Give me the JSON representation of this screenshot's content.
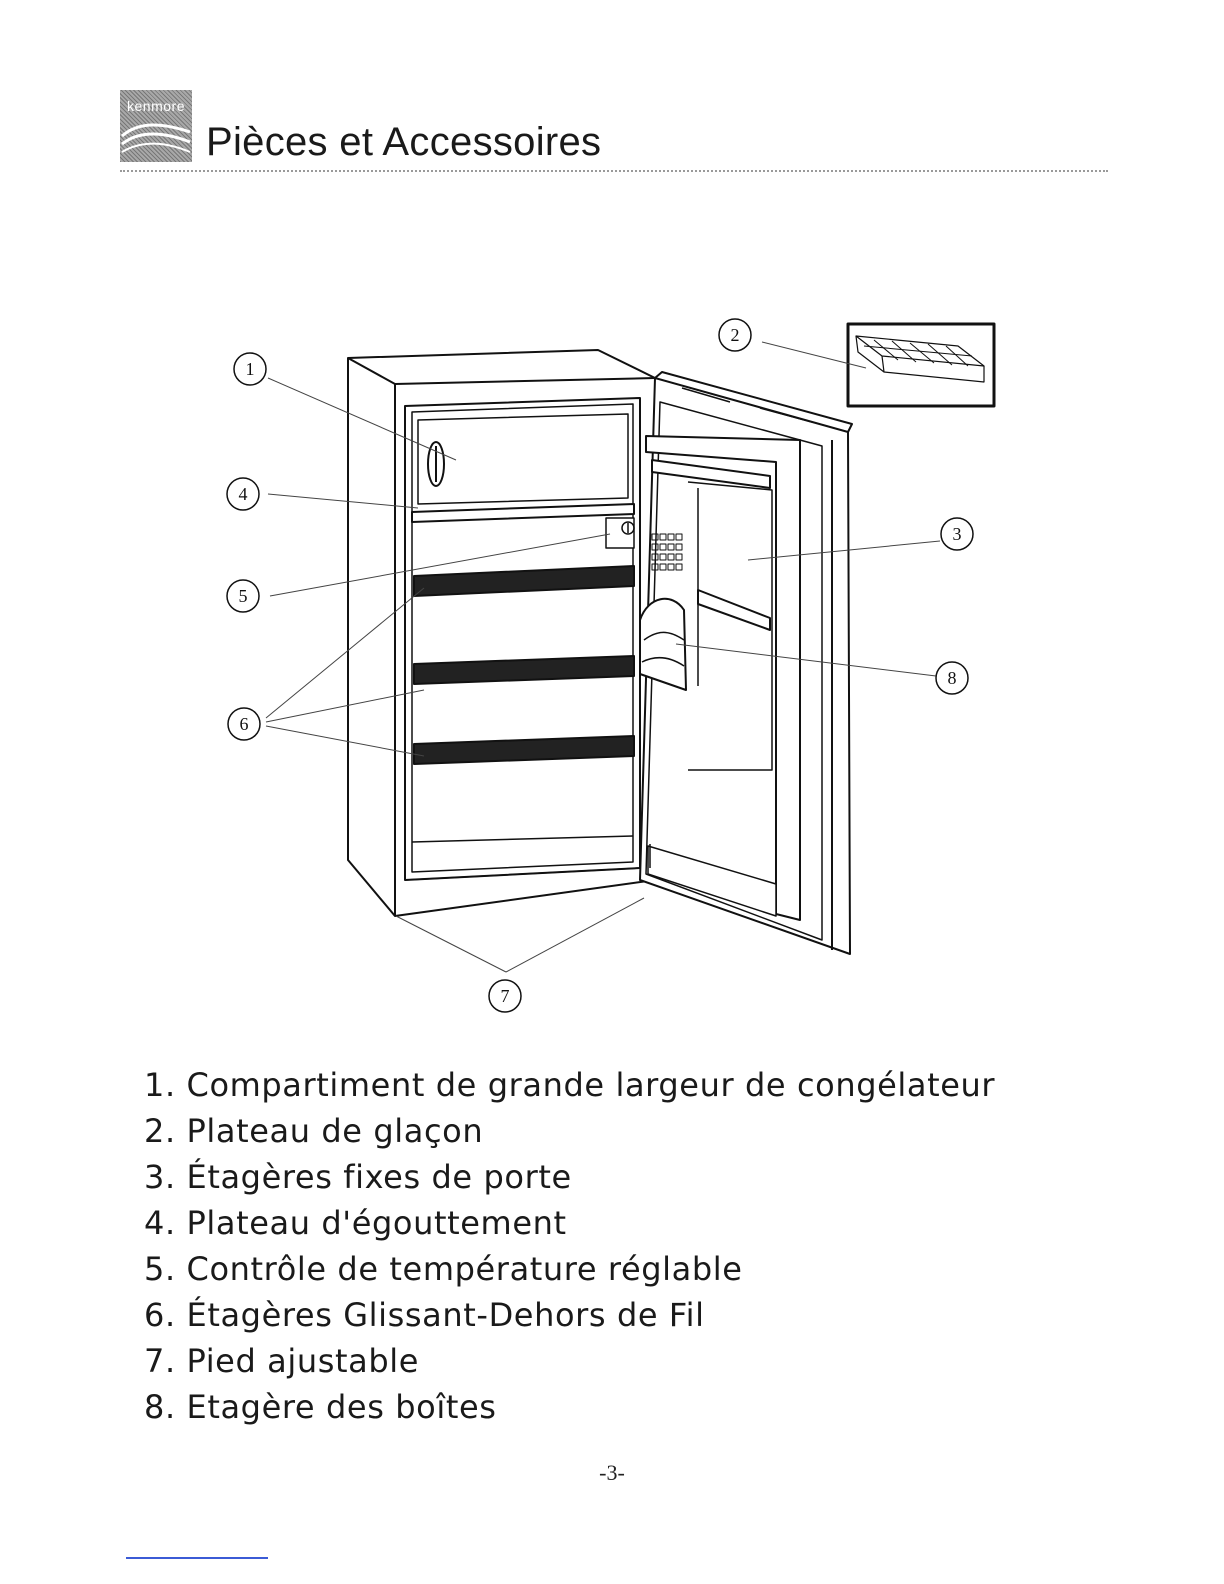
{
  "header": {
    "logo_text": "kenmore",
    "title": "Pièces et Accessoires"
  },
  "diagram": {
    "callouts": [
      "1",
      "2",
      "3",
      "4",
      "5",
      "6",
      "7",
      "8"
    ]
  },
  "parts": [
    "1. Compartiment de grande largeur de congélateur",
    "2. Plateau de glaçon",
    "3. Étagères fixes de porte",
    "4. Plateau d'égouttement",
    "5. Contrôle de température réglable",
    "6. Étagères Glissant-Dehors de Fil",
    "7. Pied ajustable",
    "8. Etagère des boîtes"
  ],
  "footer": {
    "page_number": "-3-"
  }
}
